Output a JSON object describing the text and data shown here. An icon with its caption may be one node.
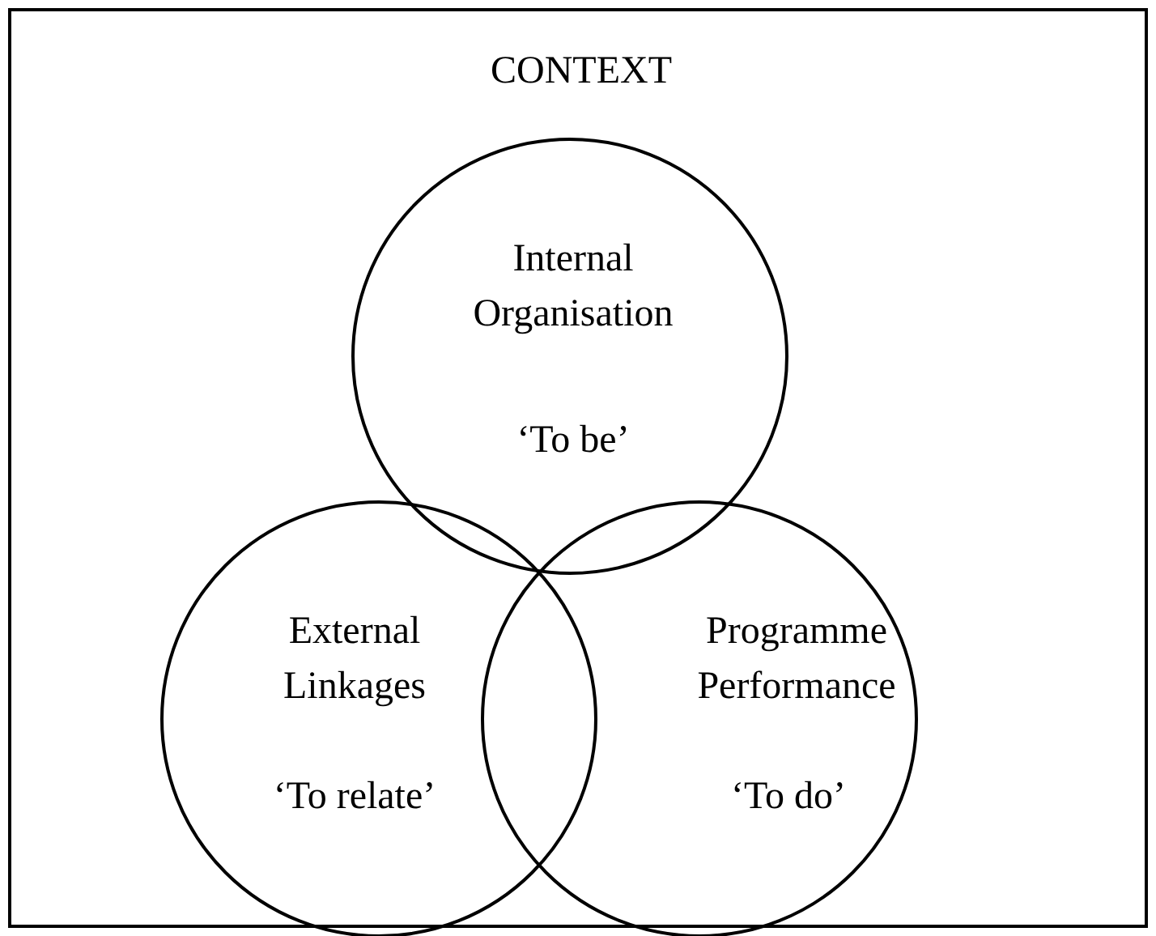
{
  "diagram": {
    "nodes": [
      {
        "text": [
          "CONTEXT"
        ]
      },
      {
        "text": [
          "Internal Organisation",
          "‘To be’"
        ],
        "in": 0
      },
      {
        "text": [
          "External Linkages",
          "‘To relate’"
        ],
        "in": 0
      },
      {
        "text": [
          "Programme Performance",
          "‘To do’"
        ],
        "in": 0
      }
    ]
  }
}
